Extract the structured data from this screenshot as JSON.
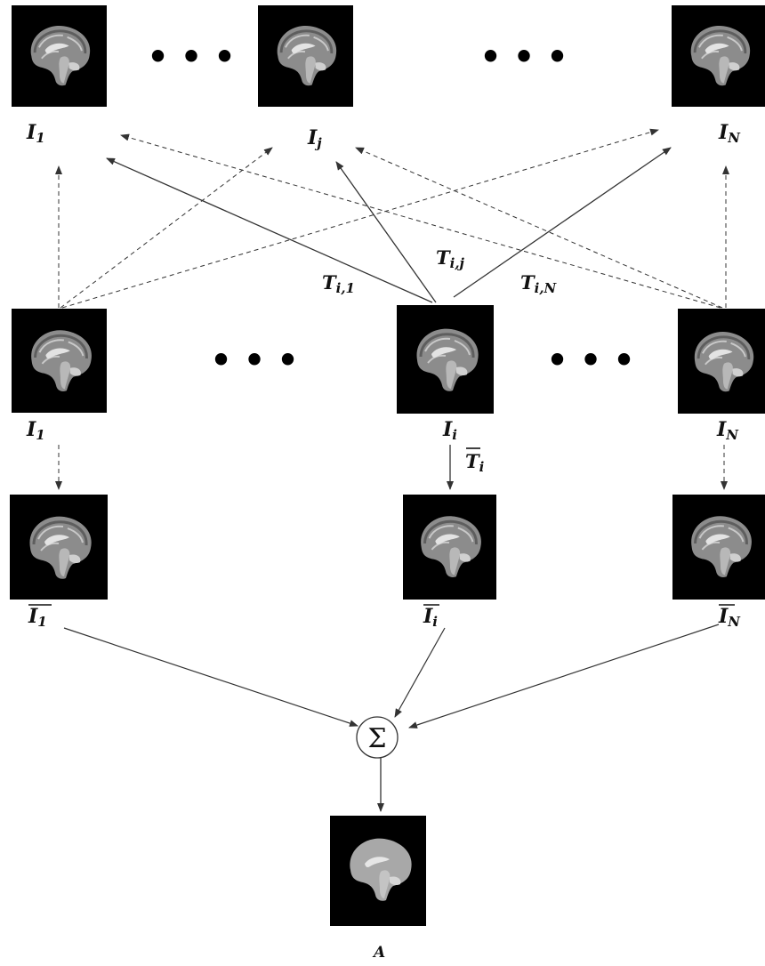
{
  "diagram": {
    "ellipsis": "• • •",
    "sum_symbol": "Σ",
    "top_row": [
      {
        "base": "I",
        "sub": "1"
      },
      {
        "base": "I",
        "sub": "j"
      },
      {
        "base": "I",
        "sub": "N"
      }
    ],
    "middle_row": [
      {
        "base": "I",
        "sub": "1"
      },
      {
        "base": "I",
        "sub": "i"
      },
      {
        "base": "I",
        "sub": "N"
      }
    ],
    "bottom_row": [
      {
        "base": "I",
        "sub": "1",
        "overline": true
      },
      {
        "base": "I",
        "sub": "i",
        "overline": true
      },
      {
        "base": "I",
        "sub": "N",
        "overline": true
      }
    ],
    "transform_labels": [
      {
        "base": "T",
        "sub": "i,1"
      },
      {
        "base": "T",
        "sub": "i,j"
      },
      {
        "base": "T",
        "sub": "i,N"
      },
      {
        "base": "T",
        "sub": "i",
        "overline": true
      }
    ],
    "atlas_label": {
      "base": "A"
    },
    "colors": {
      "image_background": "#000000",
      "line": "#333333",
      "text": "#111111"
    }
  }
}
